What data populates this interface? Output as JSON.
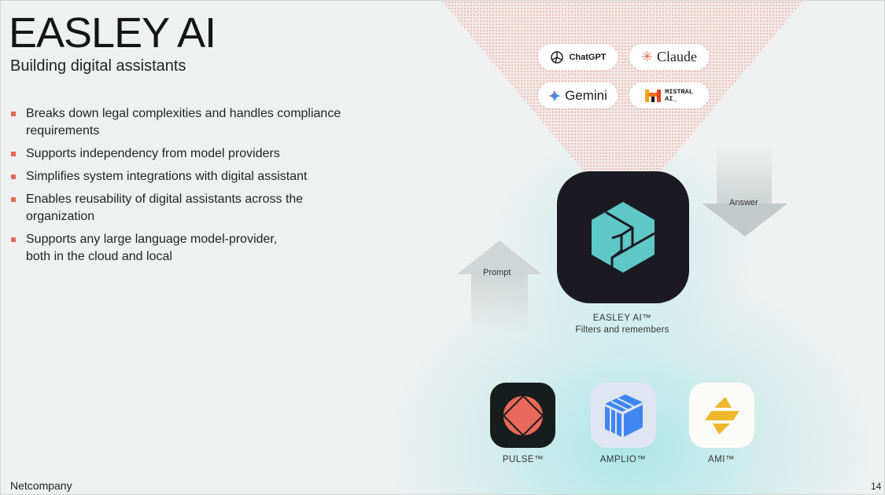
{
  "title": "EASLEY AI",
  "subtitle": "Building digital assistants",
  "bullets": [
    "Breaks down legal complexities and handles compliance requirements",
    "Supports independency from model providers",
    "Simplifies system integrations with digital assistant",
    "Enables reusability of digital assistants across the organization",
    "Supports any large language model-provider, both in the cloud and local"
  ],
  "providers": {
    "chatgpt": "ChatGPT",
    "claude": "Claude",
    "gemini": "Gemini",
    "mistral_line1": "MISTRAL",
    "mistral_line2": "AI_"
  },
  "arrows": {
    "answer": "Answer",
    "prompt": "Prompt"
  },
  "core": {
    "name": "EASLEY AI™",
    "tagline": "Filters and remembers"
  },
  "apps": [
    "PULSE™",
    "AMPLIO™",
    "AMI™"
  ],
  "footer": {
    "company": "Netcompany",
    "page": "14"
  },
  "colors": {
    "bullet": "#e2685a",
    "core_bg": "#1b1a23",
    "core_logo": "#5ec8c6",
    "pulse": "#e8685a",
    "amplio": "#3f86f0",
    "ami": "#f0b82e"
  }
}
